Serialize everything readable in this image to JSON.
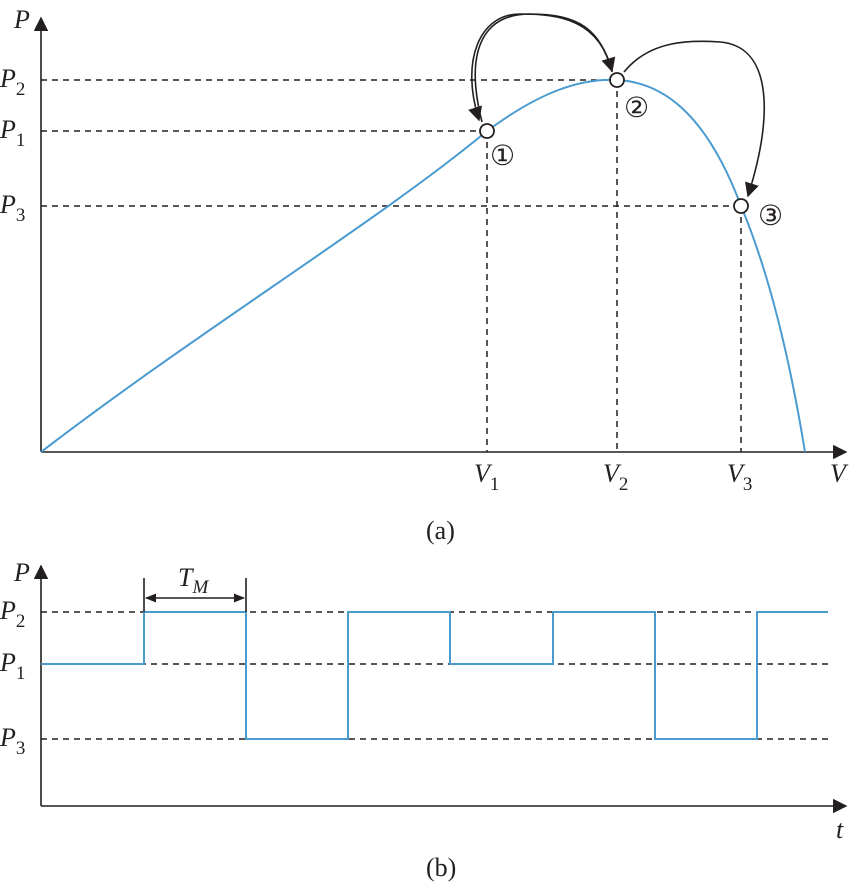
{
  "colors": {
    "curve": "#4a9bd0",
    "ink": "#231f20",
    "background": "#ffffff"
  },
  "panel_a": {
    "caption": "(a)",
    "y_axis_label": "P",
    "x_axis_label": "V",
    "power_levels": [
      {
        "base": "P",
        "sub": "2"
      },
      {
        "base": "P",
        "sub": "1"
      },
      {
        "base": "P",
        "sub": "3"
      }
    ],
    "voltage_levels": [
      {
        "base": "V",
        "sub": "1"
      },
      {
        "base": "V",
        "sub": "2"
      },
      {
        "base": "V",
        "sub": "3"
      }
    ],
    "operating_points": [
      {
        "marker": "①"
      },
      {
        "marker": "②"
      },
      {
        "marker": "③"
      }
    ]
  },
  "panel_b": {
    "caption": "(b)",
    "y_axis_label": "P",
    "x_axis_label": "t",
    "period_label": {
      "base": "T",
      "sub": "M"
    },
    "power_levels": [
      {
        "base": "P",
        "sub": "2"
      },
      {
        "base": "P",
        "sub": "1"
      },
      {
        "base": "P",
        "sub": "3"
      }
    ],
    "waveform_sequence": [
      "P1",
      "P2",
      "P3",
      "P2",
      "P1",
      "P2",
      "P3",
      "P2"
    ]
  }
}
